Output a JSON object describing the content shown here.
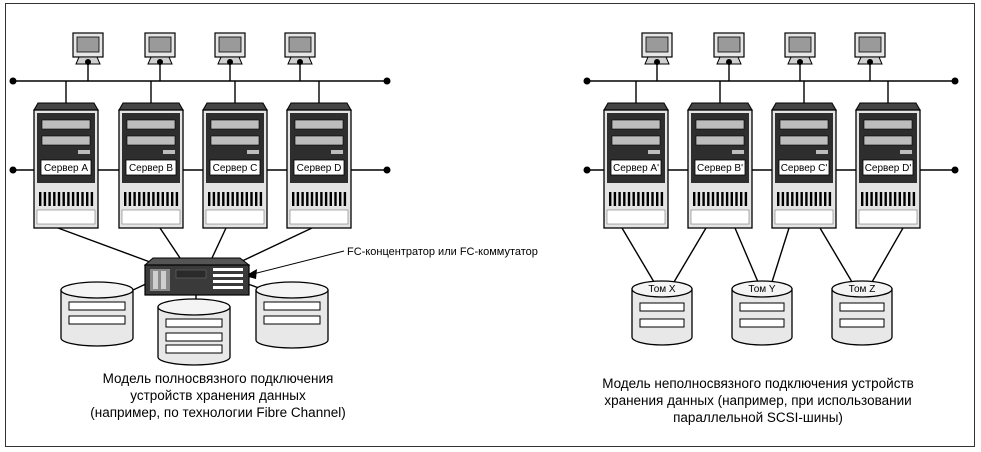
{
  "left_diagram": {
    "servers": [
      "Сервер A",
      "Сервер B",
      "Сервер C",
      "Сервер D"
    ],
    "hub_label": "FC-концентратор или FC-коммутатор",
    "caption": [
      "Модель полносвязного подключения",
      "устройств хранения данных",
      "(например, по технологии Fibre Channel)"
    ]
  },
  "right_diagram": {
    "servers": [
      "Сервер A'",
      "Сервер B'",
      "Сервер C'",
      "Сервер D'"
    ],
    "volumes": [
      "Том X",
      "Том Y",
      "Том Z"
    ],
    "caption": [
      "Модель неполносвязного подключения устройств",
      "хранения данных (например, при использовании",
      "параллельной SCSI-шины)"
    ]
  }
}
